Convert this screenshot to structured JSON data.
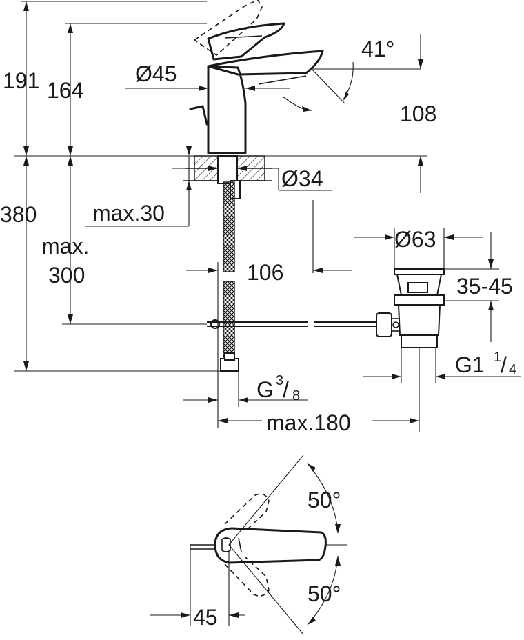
{
  "dimensions": {
    "total_height": "191",
    "spout_height": "164",
    "body_diameter": "Ø45",
    "spout_angle": "41°",
    "spout_reach": "108",
    "hole_diameter": "Ø34",
    "deck_thickness": "max.30",
    "below_deck_height": "380",
    "pull_rod_line1": "max.",
    "pull_rod_line2": "300",
    "pull_rod_offset": "106",
    "waste_diameter": "Ø63",
    "waste_height": "35-45",
    "waste_thread_main": "G1",
    "waste_thread_num": "1",
    "waste_thread_den": "4",
    "inlet_thread_main": "G",
    "inlet_thread_num": "3",
    "inlet_thread_den": "8",
    "waste_distance": "max.180",
    "lever_angle_top": "50°",
    "lever_angle_bottom": "50°",
    "lever_offset": "45"
  }
}
